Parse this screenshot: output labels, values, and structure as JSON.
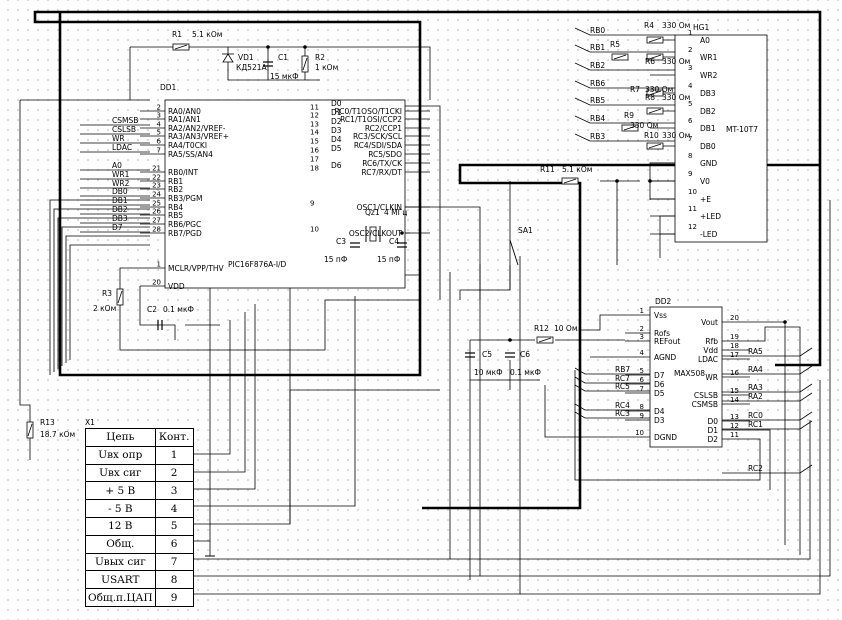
{
  "chip_mcu": {
    "designator": "DD1",
    "part": "PIC16F876A-I/D",
    "left_pins": [
      {
        "num": "2",
        "name": "RA0/AN0"
      },
      {
        "num": "3",
        "name": "RA1/AN1"
      },
      {
        "num": "4",
        "name": "RA2/AN2/VREF-"
      },
      {
        "num": "5",
        "name": "RA3/AN3/VREF+"
      },
      {
        "num": "6",
        "name": "RA4/T0CKI"
      },
      {
        "num": "7",
        "name": "RA5/SS/AN4"
      },
      {
        "num": "21",
        "name": "RB0/INT"
      },
      {
        "num": "22",
        "name": "RB1"
      },
      {
        "num": "23",
        "name": "RB2"
      },
      {
        "num": "24",
        "name": "RB3/PGM"
      },
      {
        "num": "25",
        "name": "RB4"
      },
      {
        "num": "26",
        "name": "RB5"
      },
      {
        "num": "27",
        "name": "RB6/PGC"
      },
      {
        "num": "28",
        "name": "RB7/PGD"
      },
      {
        "num": "1",
        "name": "MCLR/VPP/THV"
      },
      {
        "num": "20",
        "name": "VDD"
      }
    ],
    "right_pins": [
      {
        "num": "11",
        "name": "RC0/T1OSO/T1CKI"
      },
      {
        "num": "12",
        "name": "RC1/T1OSI/CCP2"
      },
      {
        "num": "13",
        "name": "RC2/CCP1"
      },
      {
        "num": "14",
        "name": "RC3/SCK/SCL"
      },
      {
        "num": "15",
        "name": "RC4/SDI/SDA"
      },
      {
        "num": "16",
        "name": "RC5/SDO"
      },
      {
        "num": "17",
        "name": "RC6/TX/CK"
      },
      {
        "num": "18",
        "name": "RC7/RX/DT"
      },
      {
        "num": "9",
        "name": "OSC1/CLKIN"
      },
      {
        "num": "10",
        "name": "OSC2/CLKOUT"
      }
    ],
    "left_nets": [
      "CSMSB",
      "CSLSB",
      "WR",
      "LDAC",
      "A0",
      "WR1",
      "WR2",
      "DB0",
      "DB1",
      "DB2",
      "DB3",
      "D7"
    ],
    "right_nets": [
      "D0",
      "D1",
      "D2",
      "D3",
      "D4",
      "D5",
      "D6"
    ]
  },
  "chip_dac": {
    "designator": "DD2",
    "part": "MAX508",
    "left_pins": [
      {
        "num": "1",
        "name": "Vss"
      },
      {
        "num": "2",
        "name": "Rofs"
      },
      {
        "num": "3",
        "name": "REFout"
      },
      {
        "num": "4",
        "name": "AGND"
      },
      {
        "num": "5",
        "name": "D7"
      },
      {
        "num": "6",
        "name": "D6"
      },
      {
        "num": "7",
        "name": "D5"
      },
      {
        "num": "8",
        "name": "D4"
      },
      {
        "num": "9",
        "name": "D3"
      },
      {
        "num": "10",
        "name": "DGND"
      }
    ],
    "right_pins": [
      {
        "num": "20",
        "name": "Vout"
      },
      {
        "num": "19",
        "name": "Rfb"
      },
      {
        "num": "18",
        "name": "Vdd"
      },
      {
        "num": "17",
        "name": "LDAC"
      },
      {
        "num": "16",
        "name": "WR"
      },
      {
        "num": "15",
        "name": "CSLSB"
      },
      {
        "num": "14",
        "name": "CSMSB"
      },
      {
        "num": "13",
        "name": "D0"
      },
      {
        "num": "12",
        "name": "D1"
      },
      {
        "num": "11",
        "name": "D2"
      }
    ],
    "left_nets": [
      "RB7",
      "RC7",
      "RC5",
      "RC4",
      "RC3"
    ],
    "right_nets": [
      "RA5",
      "RA4",
      "RA3",
      "RA2",
      "RC0",
      "RC1",
      "RC2"
    ]
  },
  "display": {
    "designator": "HG1",
    "part": "MT-10T7",
    "pins": [
      {
        "num": "1",
        "name": "A0"
      },
      {
        "num": "2",
        "name": "WR1"
      },
      {
        "num": "3",
        "name": "WR2"
      },
      {
        "num": "4",
        "name": "DB3"
      },
      {
        "num": "5",
        "name": "DB2"
      },
      {
        "num": "6",
        "name": "DB1"
      },
      {
        "num": "7",
        "name": "DB0"
      },
      {
        "num": "8",
        "name": "GND"
      },
      {
        "num": "9",
        "name": "V0"
      },
      {
        "num": "10",
        "name": "+E"
      },
      {
        "num": "11",
        "name": "+LED"
      },
      {
        "num": "12",
        "name": "-LED"
      }
    ],
    "nets": [
      "RB0",
      "RB1",
      "RB2",
      "RB6",
      "RB5",
      "RB4",
      "RB3"
    ]
  },
  "resistors": [
    {
      "ref": "R1",
      "value": "5.1 кОм"
    },
    {
      "ref": "R2",
      "value": "1 кОм"
    },
    {
      "ref": "R3",
      "value": "2 кОм"
    },
    {
      "ref": "R4",
      "value": "330 Ом"
    },
    {
      "ref": "R5",
      "value": ""
    },
    {
      "ref": "R6",
      "value": "330 Ом"
    },
    {
      "ref": "R7",
      "value": "330 Ом"
    },
    {
      "ref": "R8",
      "value": "330 Ом"
    },
    {
      "ref": "R9",
      "value": ""
    },
    {
      "ref": "R10",
      "value": "330 Ом"
    },
    {
      "ref": "R11",
      "value": "5.1 кОм"
    },
    {
      "ref": "R12",
      "value": "10 Ом"
    },
    {
      "ref": "R13",
      "value": "18.7 кОм"
    }
  ],
  "capacitors": [
    {
      "ref": "C1",
      "value": "15 мкФ"
    },
    {
      "ref": "C2",
      "value": "0.1 мкФ"
    },
    {
      "ref": "C3",
      "value": "15 пФ"
    },
    {
      "ref": "C4",
      "value": "15 пФ"
    },
    {
      "ref": "C5",
      "value": "10 мкФ"
    },
    {
      "ref": "C6",
      "value": "0.1 мкФ"
    }
  ],
  "diode": {
    "ref": "VD1",
    "value": "КД521А"
  },
  "crystal": {
    "ref": "Qz1",
    "value": "4 МГц"
  },
  "switch": {
    "ref": "SA1"
  },
  "connector": {
    "ref": "X1",
    "header": {
      "net": "Цепь",
      "contact": "Конт."
    },
    "rows": [
      {
        "net": "Uвх опр",
        "contact": "1"
      },
      {
        "net": "Uвх сиг",
        "contact": "2"
      },
      {
        "net": "+ 5 В",
        "contact": "3"
      },
      {
        "net": "- 5 В",
        "contact": "4"
      },
      {
        "net": "12 В",
        "contact": "5"
      },
      {
        "net": "Общ.",
        "contact": "6"
      },
      {
        "net": "Uвых сиг",
        "contact": "7"
      },
      {
        "net": "USART",
        "contact": "8"
      },
      {
        "net": "Общ.п.ЦАП",
        "contact": "9"
      }
    ]
  }
}
